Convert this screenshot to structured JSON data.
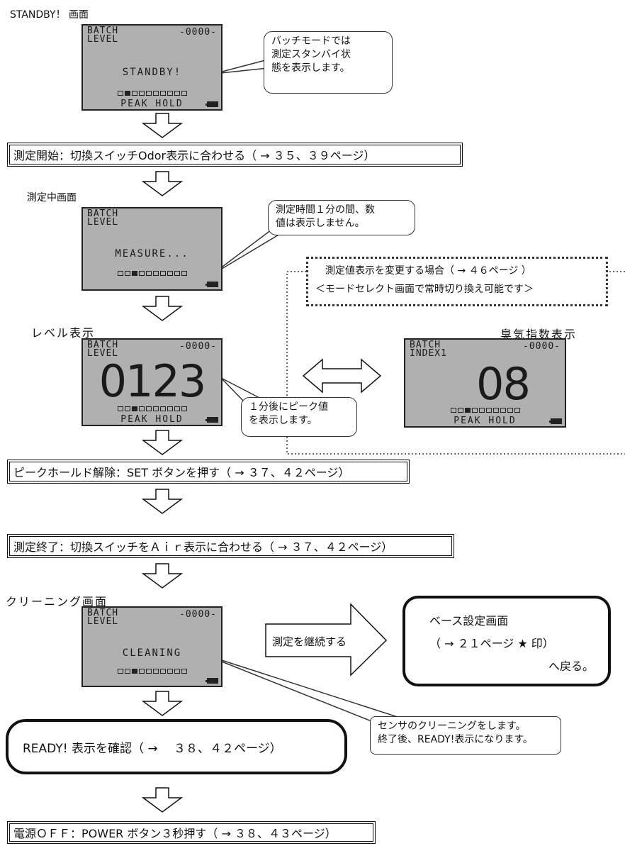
{
  "standby": {
    "caption": "STANDBY！ 画面",
    "lcd": {
      "line1": "BATCH",
      "line2": "LEVEL",
      "value": "-0000-",
      "message": "STANDBY!",
      "bottom": "PEAK HOLD",
      "segments": [
        0,
        1,
        0,
        0,
        0,
        0,
        0,
        0,
        0,
        0
      ]
    },
    "callout": "バッチモードでは\n測定スタンバイ状\n態を表示します。"
  },
  "step_start": "測定開始：切換スイッチOdor表示に合わせる（ → ３５、３９ページ）",
  "measuring": {
    "caption": "測定中画面",
    "lcd": {
      "line1": "BATCH",
      "line2": "LEVEL",
      "message": "MEASURE...",
      "segments": [
        0,
        0,
        1,
        0,
        0,
        0,
        0,
        0,
        0,
        0
      ]
    },
    "callout": "測定時間１分の間、数\n値は表示しません。"
  },
  "change_display": {
    "line1": "測定値表示を変更する場合（ → ４６ページ ）",
    "line2": "＜モードセレクト画面で常時切り換え可能です＞"
  },
  "level_display": {
    "caption": "レベル表示",
    "lcd": {
      "line1": "BATCH",
      "line2": "LEVEL",
      "value": "-0000-",
      "big": "0123",
      "bottom": "PEAK HOLD",
      "segments": [
        0,
        0,
        1,
        0,
        0,
        0,
        0,
        0,
        0,
        0
      ]
    },
    "callout": "１分後にピーク値\nを表示します。"
  },
  "odor_index": {
    "caption": "臭気指数表示",
    "lcd": {
      "line1": "BATCH",
      "line2": "INDEX1",
      "value": "-0000-",
      "big": "08",
      "bottom": "PEAK HOLD",
      "segments": [
        0,
        0,
        1,
        0,
        0,
        0,
        0,
        0,
        0,
        0
      ]
    }
  },
  "step_peak_release": "ピークホールド解除：SET ボタンを押す（ → ３７、４２ページ）",
  "step_end": "測定終了：切換スイッチをＡｉｒ表示に合わせる（ → ３７、４２ページ）",
  "cleaning": {
    "caption": "クリーニング画面",
    "lcd": {
      "line1": "BATCH",
      "line2": "LEVEL",
      "value": "-0000-",
      "message": "CLEANING",
      "segments": [
        0,
        0,
        1,
        0,
        0,
        0,
        0,
        0,
        0,
        0
      ]
    },
    "arrow_label": "測定を継続する",
    "return_box": {
      "line1": "ベース設定画面",
      "line2": "（ → ２１ページ ★ 印）",
      "line3": "へ戻る。"
    },
    "callout": "センサのクリーニングをします。\n終了後、READY!表示になります。"
  },
  "step_ready": "READY! 表示を確認（ → 　３８、４２ページ）",
  "step_power_off": "電源ＯＦＦ：POWER ボタン３秒押す（ → ３８、４３ページ）"
}
